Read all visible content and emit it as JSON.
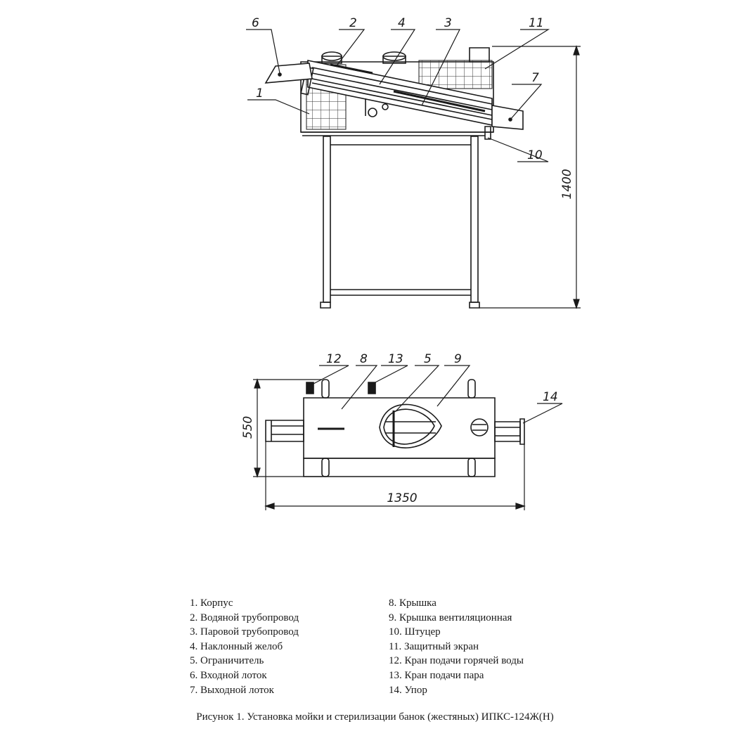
{
  "callouts": {
    "c1": "1",
    "c2": "2",
    "c3": "3",
    "c4": "4",
    "c5": "5",
    "c6": "6",
    "c7": "7",
    "c8": "8",
    "c9": "9",
    "c10": "10",
    "c11": "11",
    "c12": "12",
    "c13": "13",
    "c14": "14"
  },
  "dimensions": {
    "height": "1400",
    "depth": "550",
    "length": "1350"
  },
  "legend": {
    "left": [
      "1. Корпус",
      "2. Водяной трубопровод",
      "3. Паровой трубопровод",
      "4. Наклонный желоб",
      "5. Ограничитель",
      "6. Входной лоток",
      "7. Выходной лоток"
    ],
    "right": [
      "8. Крышка",
      "9. Крышка вентиляционная",
      "10. Штуцер",
      "11. Защитный экран",
      "12. Кран подачи горячей воды",
      "13. Кран подачи пара",
      "14. Упор"
    ]
  },
  "caption": "Рисунок 1. Установка мойки и стерилизации банок (жестяных) ИПКС-124Ж(Н)"
}
